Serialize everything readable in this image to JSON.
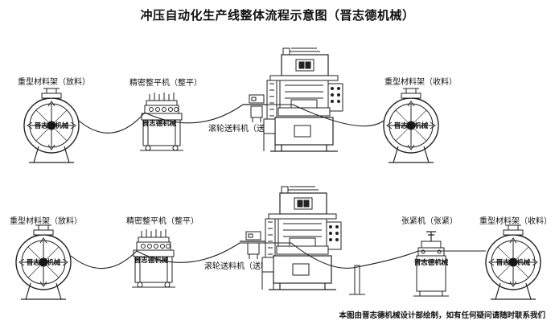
{
  "title": "冲压自动化生产线整体流程示意图（晋志德机械）",
  "footer": "本图由晋志德机械设计部绘制，如有任何疑问请随时联系我们",
  "brand": "晋志德机械",
  "line1": {
    "decoiler": "重型材料架（放料）",
    "leveler": "精密整平机（整平）",
    "feeder": "滚轮送料机（送料）",
    "recoiler": "重型材料架（收料）"
  },
  "line2": {
    "decoiler": "重型材料架（放料）",
    "leveler": "精密整平机（整平）",
    "feeder": "滚轮送料机（送料）",
    "tensioner": "张紧机（张紧）",
    "recoiler": "重型材料架（收料）"
  }
}
